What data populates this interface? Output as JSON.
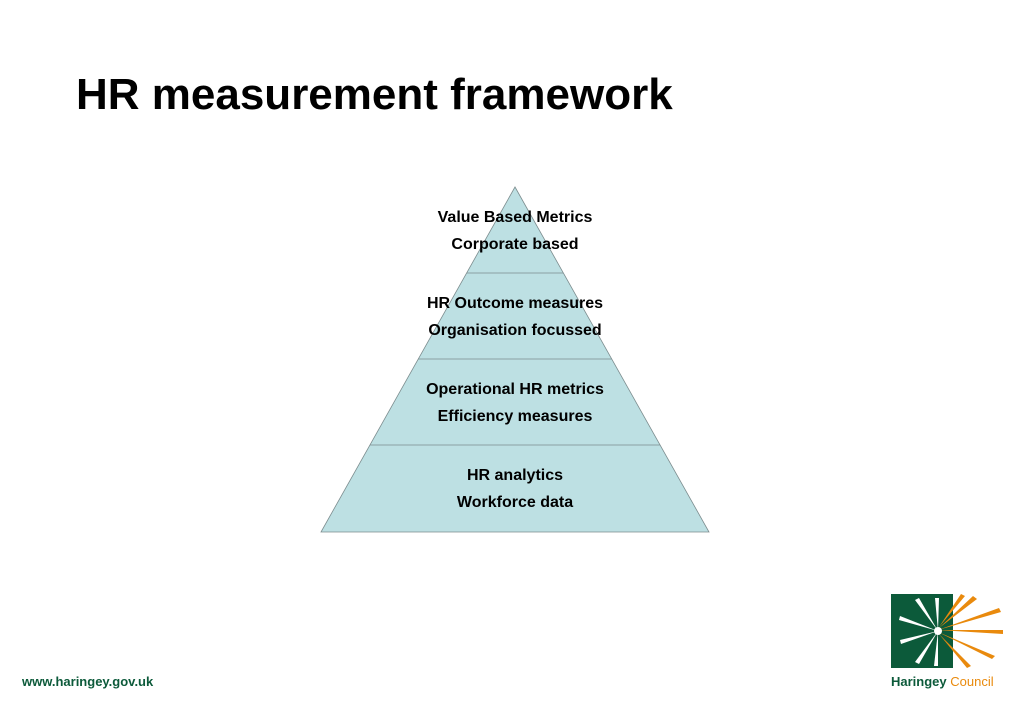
{
  "slide": {
    "title": "HR measurement framework"
  },
  "pyramid": {
    "tiers": [
      {
        "line1": "Value Based Metrics",
        "line2": "Corporate based"
      },
      {
        "line1": "HR Outcome measures",
        "line2": "Organisation focussed"
      },
      {
        "line1": "Operational HR metrics",
        "line2": "Efficiency measures"
      },
      {
        "line1": "HR analytics",
        "line2": "Workforce data"
      }
    ],
    "fill_color": "#bde0e3",
    "outline_color": "#7c8c8e"
  },
  "footer": {
    "url": "www.haringey.gov.uk"
  },
  "logo": {
    "name_bold": "Haringey",
    "name_light": "Council",
    "colors": {
      "green": "#0c5a3a",
      "orange": "#e98a0d"
    }
  }
}
